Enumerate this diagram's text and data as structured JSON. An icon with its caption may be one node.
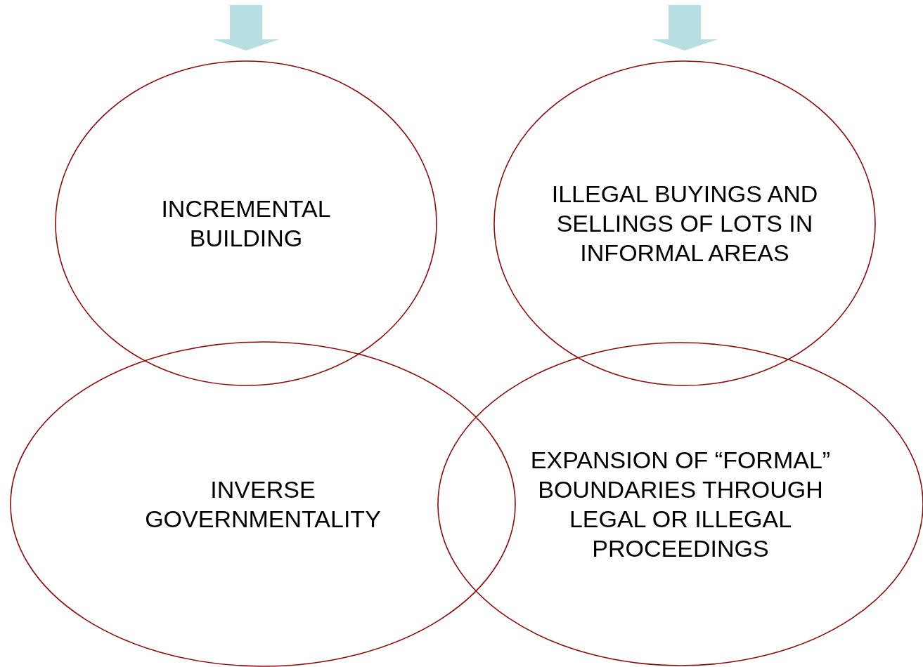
{
  "diagram": {
    "nodes": [
      {
        "text": [
          "INCREMENTAL BUILDING"
        ]
      },
      {
        "text": [
          "ILLEGAL BUYINGS AND SELLINGS OF LOTS IN INFORMAL AREAS"
        ]
      },
      {
        "text": [
          "INVERSE GOVERNMENTALITY"
        ]
      },
      {
        "text": [
          "EXPANSION OF “FORMAL” BOUNDARIES THROUGH LEGAL OR ILLEGAL PROCEEDINGS"
        ]
      }
    ],
    "edges": [
      {
        "from": null,
        "to": 0,
        "arrow": "to"
      },
      {
        "from": null,
        "to": 1,
        "arrow": "to"
      }
    ]
  }
}
